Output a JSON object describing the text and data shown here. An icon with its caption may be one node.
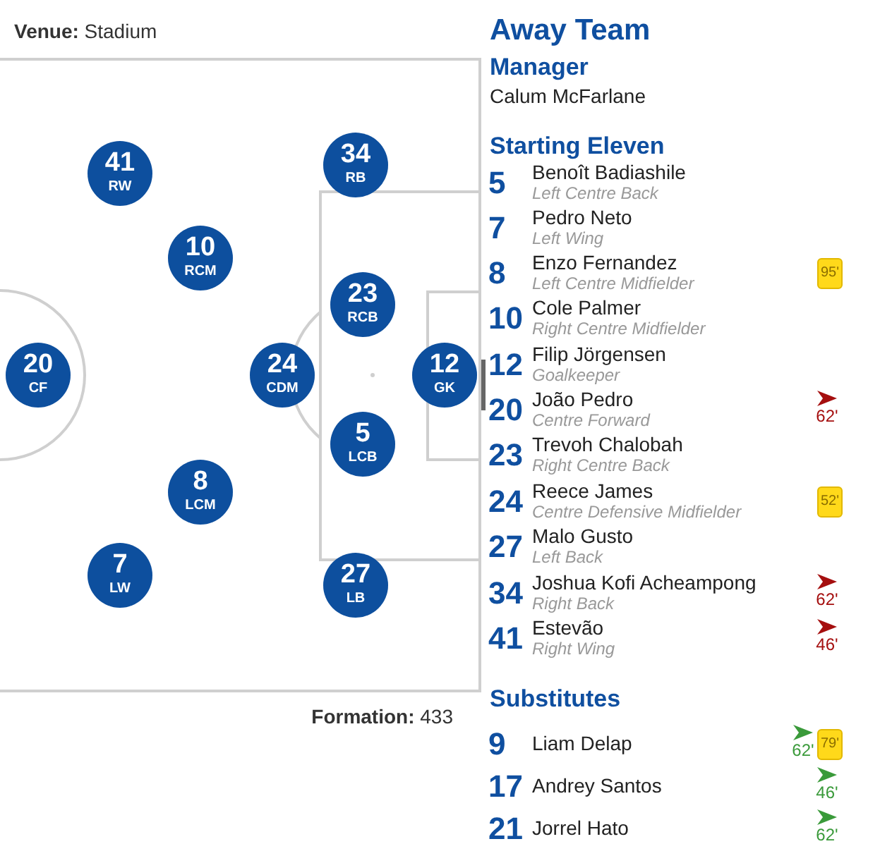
{
  "diagram": {
    "title": "Away Team",
    "nodes": [
      {
        "text": [
          "41",
          "RW"
        ]
      },
      {
        "text": [
          "34",
          "RB"
        ]
      },
      {
        "text": [
          "10",
          "RCM"
        ]
      },
      {
        "text": [
          "23",
          "RCB"
        ]
      },
      {
        "text": [
          "20",
          "CF"
        ]
      },
      {
        "text": [
          "24",
          "CDM"
        ]
      },
      {
        "text": [
          "12",
          "GK"
        ]
      },
      {
        "text": [
          "5",
          "LCB"
        ]
      },
      {
        "text": [
          "8",
          "LCM"
        ]
      },
      {
        "text": [
          "7",
          "LW"
        ]
      },
      {
        "text": [
          "27",
          "LB"
        ]
      }
    ],
    "labels": [
      "**Venue:** Stadium",
      "Manager",
      "Calum McFarlane",
      "Starting Eleven",
      "5",
      "Benoît Badiashile",
      "Left Centre Back",
      "7",
      "Pedro Neto",
      "Left Wing",
      "8",
      "Enzo Fernandez",
      "Left Centre Midfielder",
      "95'",
      "10",
      "Cole Palmer",
      "Right Centre Midfielder",
      "12",
      "Filip Jörgensen",
      "Goalkeeper",
      "20",
      "João Pedro",
      "Centre Forward",
      "62'",
      "23",
      "Trevoh Chalobah",
      "Right Centre Back",
      "24",
      "Reece James",
      "Centre Defensive Midfielder",
      "52'",
      "27",
      "Malo Gusto",
      "Left Back",
      "34",
      "Joshua Kofi Acheampong",
      "Right Back",
      "62'",
      "41",
      "Estevão",
      "Right Wing",
      "46'",
      "**Formation:** 433",
      "Substitutes",
      "9",
      "Liam Delap",
      "62'",
      "79'",
      "17",
      "Andrey Santos",
      "46'",
      "21",
      "Jorrel Hato",
      "62'"
    ]
  }
}
